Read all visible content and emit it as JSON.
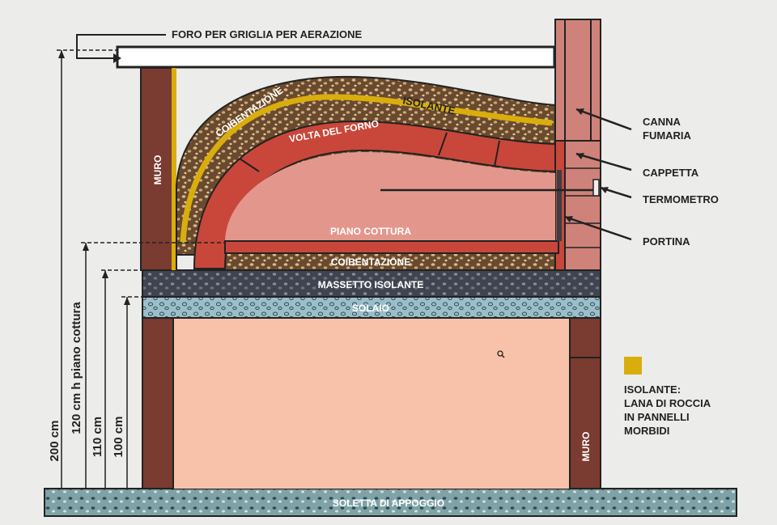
{
  "labels": {
    "foro": "FORO PER GRIGLIA PER AERAZIONE",
    "muro_left": "MURO",
    "muro_right": "MURO",
    "coibentazione_top": "COIBENTAZIONE",
    "isolante_arc": "ISOLANTE",
    "volta": "VOLTA DEL FORNO",
    "piano_cottura": "PIANO COTTURA",
    "coibentazione_bottom": "COIBENTAZIONE",
    "massetto": "MASSETTO ISOLANTE",
    "solaio": "SOLAIO",
    "soletta": "SOLETTA DI APPOGGIO",
    "canna_fumaria_1": "CANNA",
    "canna_fumaria_2": "FUMARIA",
    "cappetta": "CAPPETTA",
    "termometro": "TERMOMETRO",
    "portina": "PORTINA"
  },
  "dimensions": [
    "200 cm",
    "120 cm h piano cottura",
    "110 cm",
    "100 cm"
  ],
  "legend": {
    "swatch_color": "#d9ae0c",
    "lines": [
      "ISOLANTE:",
      "LANA DI ROCCIA",
      "IN PANNELLI",
      "MORBIDI"
    ]
  },
  "colors": {
    "brick_dark": "#7a3b30",
    "brick_red": "#c8473a",
    "oven_interior": "#e3978c",
    "lower_fill": "#f7c2a9",
    "insulation_brown": "#6a4a2e",
    "screed_dark": "#3f4450",
    "slab_blue": "#9bbfc9",
    "base_blue": "#7fa2a6",
    "chimney": "#cf827a",
    "yellow": "#d9ae0c"
  }
}
